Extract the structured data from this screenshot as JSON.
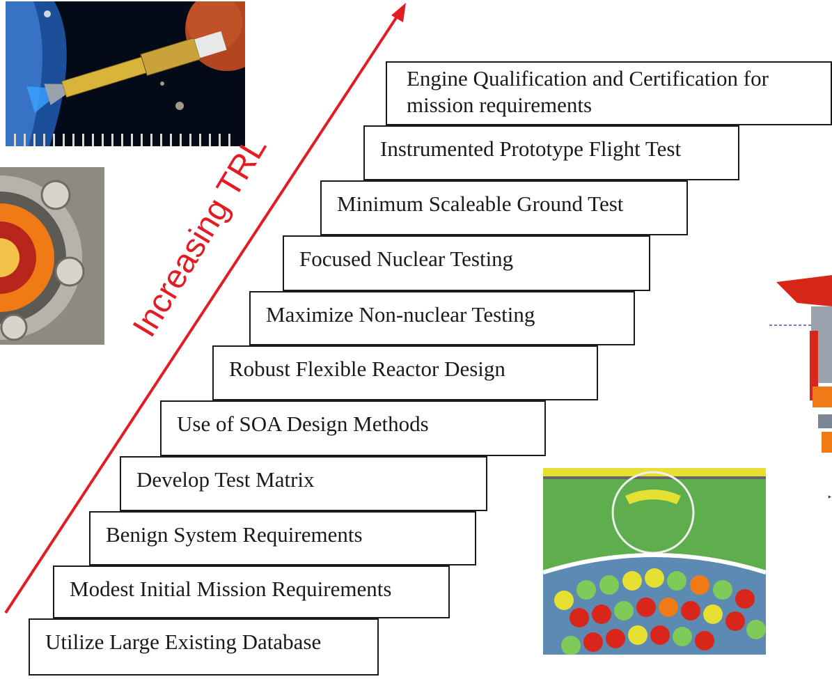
{
  "steps": [
    "Utilize Large Existing Database",
    "Modest Initial Mission Requirements",
    "Benign System Requirements",
    "Develop Test Matrix",
    "Use of SOA Design Methods",
    "Robust Flexible Reactor Design",
    "Maximize Non-nuclear Testing",
    "Focused Nuclear Testing",
    "Minimum Scaleable Ground Test",
    "Instrumented Prototype Flight Test",
    "Engine Qualification and Certification for mission requirements"
  ],
  "arrow_label": "Increasing TRL",
  "colors": {
    "arrow": "#e31b23",
    "box_border": "#1a1a1a",
    "space": "#050a18",
    "planet": "#b4461f",
    "reactor_green": "#5fae4d",
    "reactor_yellow": "#e6e033",
    "reactor_red": "#d8261b",
    "reactor_orange": "#f07b16"
  },
  "images": {
    "spacecraft": "nuclear-spacecraft-illustration",
    "engine": "engine-hardware-photo",
    "reactor_section": "reactor-cross-section",
    "reactor_side": "reactor-side-view"
  }
}
